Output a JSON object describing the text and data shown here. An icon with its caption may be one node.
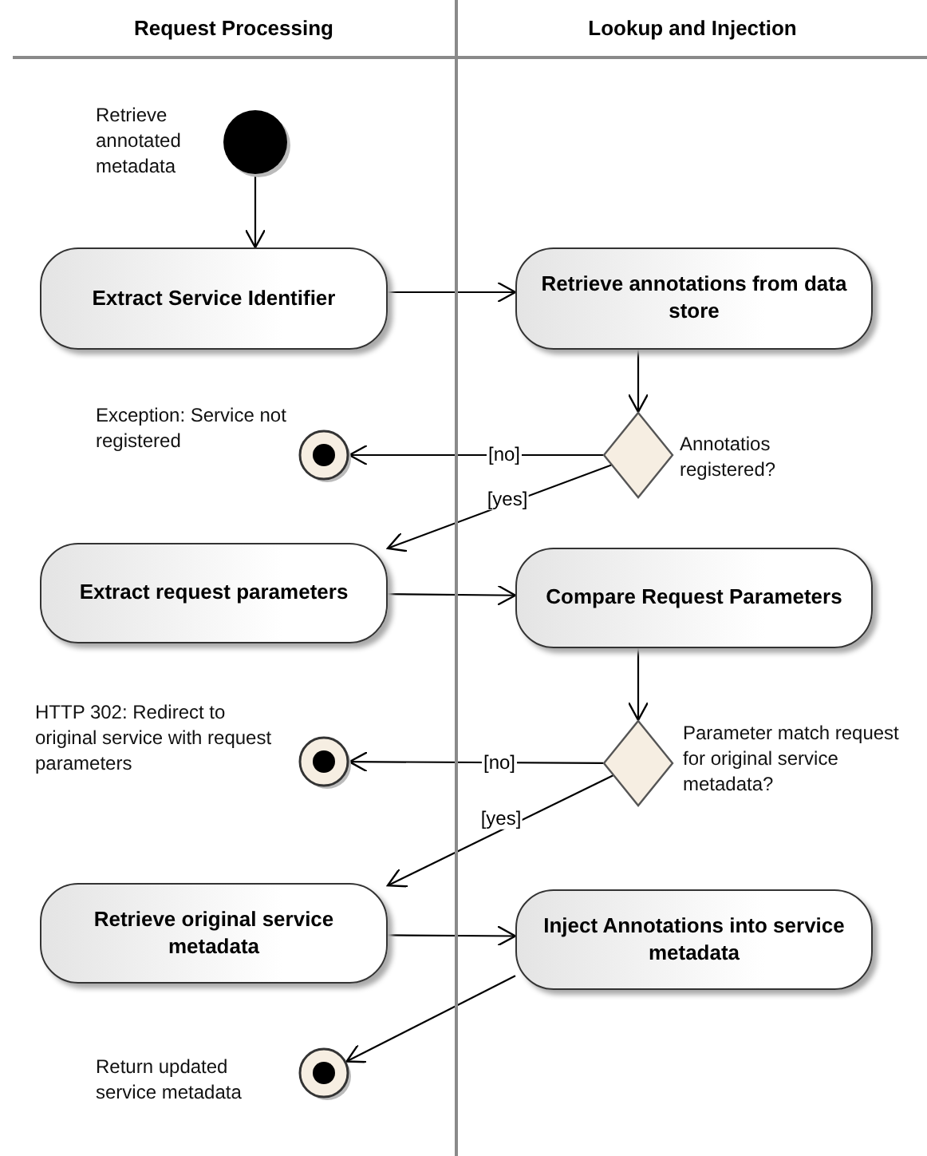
{
  "diagram": {
    "nodes": [
      {
        "text": [
          "Request Processing"
        ]
      },
      {
        "text": [
          "Lookup and Injection"
        ]
      },
      {
        "text": [],
        "shape": "circle",
        "in": 0,
        "beside": [
          "Retrieve annotated metadata"
        ]
      },
      {
        "text": [
          "Extract Service Identifier"
        ],
        "in": 0
      },
      {
        "text": [
          "Retrieve annotations from data store"
        ],
        "in": 1
      },
      {
        "text": [],
        "shape": "diamond",
        "in": 1,
        "beside": [
          "Annotatios registered?"
        ]
      },
      {
        "text": [],
        "shape": "bullseye",
        "in": 0,
        "beside": [
          "Exception: Service not registered"
        ]
      },
      {
        "text": [
          "Extract request parameters"
        ],
        "in": 0
      },
      {
        "text": [
          "Compare Request Parameters"
        ],
        "in": 1
      },
      {
        "text": [],
        "shape": "diamond",
        "in": 1,
        "beside": [
          "Parameter match request for original service metadata?"
        ]
      },
      {
        "text": [],
        "shape": "bullseye",
        "in": 0,
        "beside": [
          "HTTP 302: Redirect to original service with request parameters"
        ]
      },
      {
        "text": [
          "Retrieve original service metadata"
        ],
        "in": 0
      },
      {
        "text": [
          "Inject Annotations into service metadata"
        ],
        "in": 1
      },
      {
        "text": [],
        "shape": "bullseye",
        "in": 0,
        "beside": [
          "Return updated service metadata"
        ]
      }
    ],
    "edges": [
      {
        "from": 2,
        "to": 3,
        "arrow": "to"
      },
      {
        "from": 3,
        "to": 4,
        "arrow": "to"
      },
      {
        "from": 4,
        "to": 5,
        "arrow": "to"
      },
      {
        "from": 5,
        "to": 6,
        "arrow": "to",
        "label": "[no]"
      },
      {
        "from": 5,
        "to": 7,
        "arrow": "to",
        "label": "[yes]"
      },
      {
        "from": 7,
        "to": 8,
        "arrow": "to"
      },
      {
        "from": 8,
        "to": 9,
        "arrow": "to"
      },
      {
        "from": 9,
        "to": 10,
        "arrow": "to",
        "label": "[no]"
      },
      {
        "from": 9,
        "to": 11,
        "arrow": "to",
        "label": "[yes]"
      },
      {
        "from": 11,
        "to": 12,
        "arrow": "to"
      },
      {
        "from": 12,
        "to": 13,
        "arrow": "to"
      }
    ]
  }
}
